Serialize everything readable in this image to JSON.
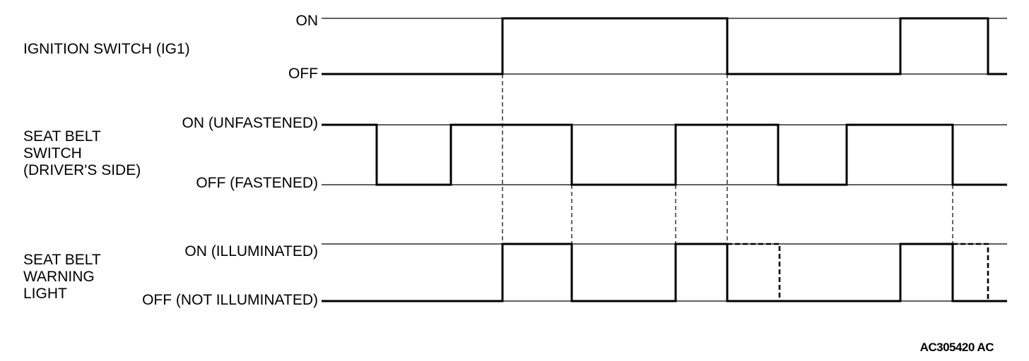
{
  "signals": {
    "ignition": {
      "name_lines": [
        "IGNITION SWITCH (IG1)"
      ],
      "high_label": "ON",
      "low_label": "OFF"
    },
    "seatbelt_switch": {
      "name_lines": [
        "SEAT BELT",
        "SWITCH",
        "(DRIVER'S SIDE)"
      ],
      "high_label": "ON (UNFASTENED)",
      "low_label": "OFF (FASTENED)"
    },
    "warning_light": {
      "name_lines": [
        "SEAT BELT",
        "WARNING",
        "LIGHT"
      ],
      "high_label": "ON (ILLUMINATED)",
      "low_label": "OFF (NOT ILLUMINATED)"
    }
  },
  "figure_code": "AC305420 AC"
}
